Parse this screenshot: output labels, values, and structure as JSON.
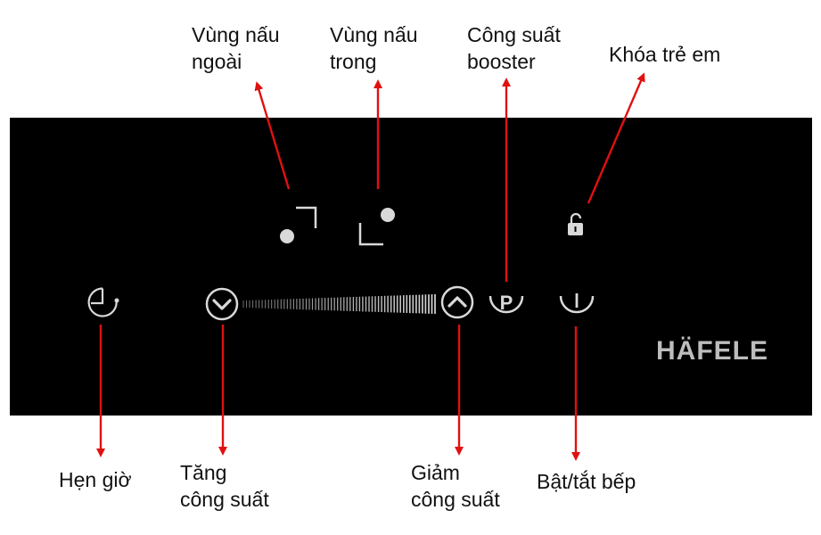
{
  "labels": {
    "outer_zone": [
      "Vùng nấu",
      "ngoài"
    ],
    "inner_zone": [
      "Vùng nấu",
      "trong"
    ],
    "booster": [
      "Công suất",
      "booster"
    ],
    "child_lock": "Khóa trẻ em",
    "timer": "Hẹn giờ",
    "increase_power": [
      "Tăng",
      "công suất"
    ],
    "decrease_power": [
      "Giảm",
      "công suất"
    ],
    "power_on_off": "Bật/tắt bếp"
  },
  "brand": "HÄFELE",
  "icons": {
    "timer": "timer-icon",
    "outer_zone": "outer-zone-icon",
    "inner_zone": "inner-zone-icon",
    "lock": "lock-icon",
    "down": "chevron-down-icon",
    "up": "chevron-up-icon",
    "booster_symbol": "P",
    "power": "power-icon"
  },
  "colors": {
    "panel": "#000000",
    "icon": "#d9d9d9",
    "arrow": "#e0110f",
    "text": "#111111",
    "brand": "#bdbdbd"
  }
}
